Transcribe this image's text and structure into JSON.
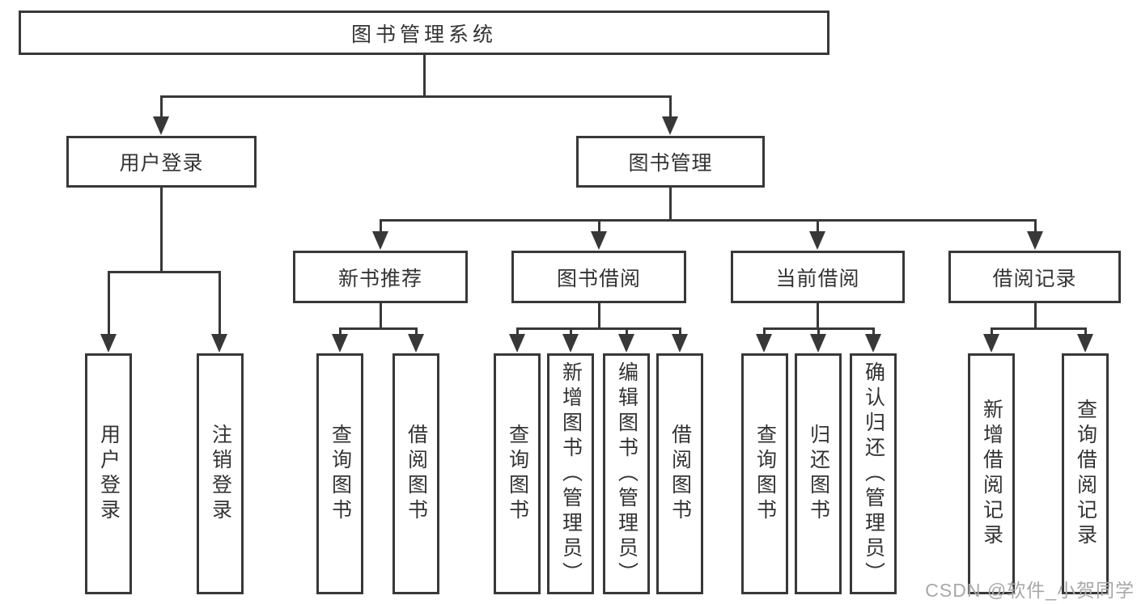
{
  "diagram": {
    "root": "图书管理系统",
    "branches": [
      {
        "label": "用户登录",
        "children": [
          "用户登录",
          "注销登录"
        ]
      },
      {
        "label": "图书管理",
        "children": [
          {
            "label": "新书推荐",
            "children": [
              "查询图书",
              "借阅图书"
            ]
          },
          {
            "label": "图书借阅",
            "children": [
              "查询图书",
              "新增图书（管理员）",
              "编辑图书（管理员）",
              "借阅图书"
            ]
          },
          {
            "label": "当前借阅",
            "children": [
              "查询图书",
              "归还图书",
              "确认归还（管理员）"
            ]
          },
          {
            "label": "借阅记录",
            "children": [
              "新增借阅记录",
              "查询借阅记录"
            ]
          }
        ]
      }
    ],
    "watermark": "CSDN @软件_小贺同学",
    "colors": {
      "line": "#383838",
      "text": "#333333",
      "watermark": "#a8a8a8",
      "background": "#ffffff"
    }
  }
}
